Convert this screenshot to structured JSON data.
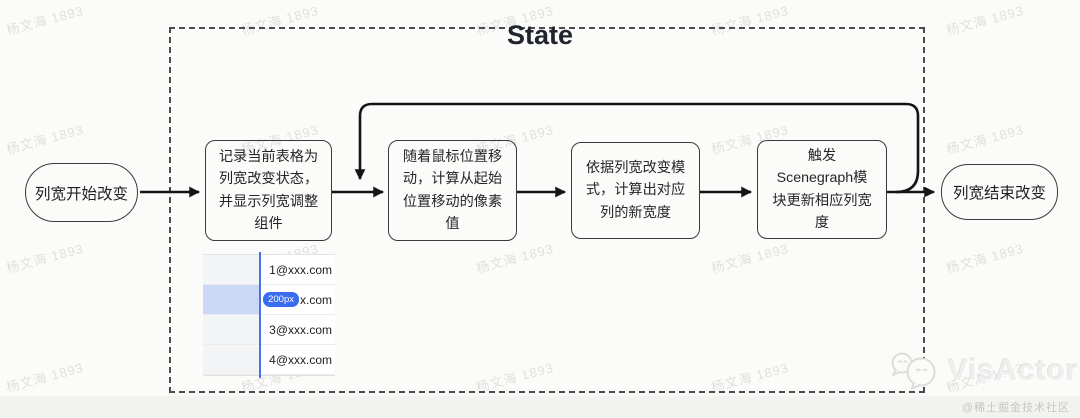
{
  "watermark": {
    "text": "杨文海 1893",
    "color": "#e2e0de"
  },
  "diagram": {
    "state_title": "State",
    "start_node": {
      "label": "列宽开始改变"
    },
    "end_node": {
      "label": "列宽结束改变"
    },
    "steps": [
      {
        "label": "记录当前表格为\n列宽改变状态，\n并显示列宽调整\n组件"
      },
      {
        "label": "随着鼠标位置移\n动，计算从起始\n位置移动的像素\n值"
      },
      {
        "label": "依据列宽改变模\n式，计算出对应\n列的新宽度"
      },
      {
        "label": "触发\nScenegraph模\n块更新相应列宽\n度"
      }
    ],
    "stroke_color": "#151515",
    "dashed_border_color": "#4b4b4b"
  },
  "table_preview": {
    "resize_line_color": "#4a72e8",
    "highlight_color": "#cad7f5",
    "header_cell_color": "#f3f4f6",
    "badge": {
      "text": "200px",
      "color": "#3a6cf0"
    },
    "rows": [
      {
        "email": "1@xxx.com"
      },
      {
        "email": "x.com"
      },
      {
        "email": "3@xxx.com"
      },
      {
        "email": "4@xxx.com"
      }
    ]
  },
  "brand": {
    "logo_text": "VisActor"
  },
  "footer": {
    "credit": "@稀土掘金技术社区",
    "bar_color": "#f2f2f0"
  }
}
